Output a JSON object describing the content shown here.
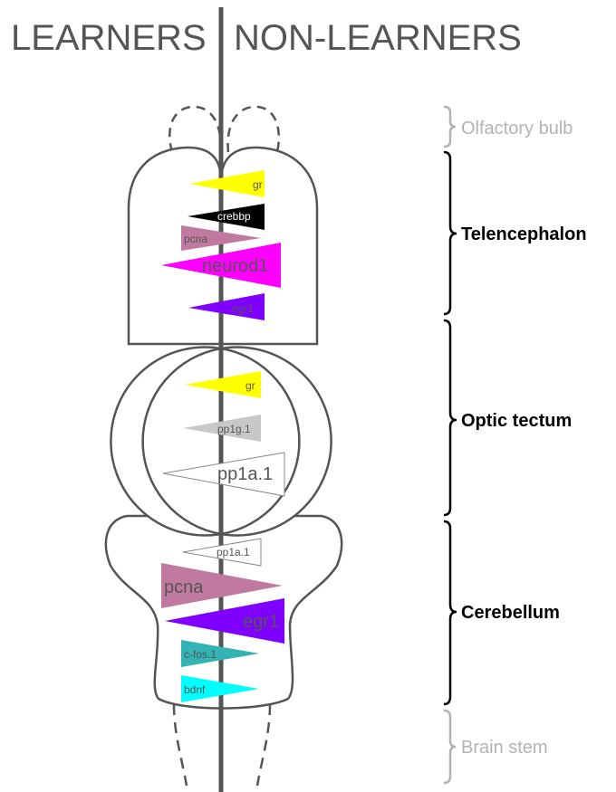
{
  "header": {
    "left": "LEARNERS",
    "right": "NON-LEARNERS"
  },
  "regions": [
    {
      "id": "olfactory",
      "label": "Olfactory bulb",
      "muted": true
    },
    {
      "id": "telencephalon",
      "label": "Telencephalon",
      "muted": false
    },
    {
      "id": "optic",
      "label": "Optic tectum",
      "muted": false
    },
    {
      "id": "cerebellum",
      "label": "Cerebellum",
      "muted": false
    },
    {
      "id": "brainstem",
      "label": "Brain stem",
      "muted": true
    }
  ],
  "genes": [
    {
      "region": "Telencephalon",
      "label": "gr",
      "higher_in": "NON-LEARNERS",
      "color": "#ffff00",
      "text_color": "#555555"
    },
    {
      "region": "Telencephalon",
      "label": "crebbp",
      "higher_in": "NON-LEARNERS",
      "color": "#000000",
      "text_color": "#ffffff"
    },
    {
      "region": "Telencephalon",
      "label": "pcna",
      "higher_in": "LEARNERS",
      "color": "#c07aa0",
      "text_color": "#555555"
    },
    {
      "region": "Telencephalon",
      "label": "neurod1",
      "higher_in": "NON-LEARNERS",
      "color": "#ff00ff",
      "text_color": "#555555"
    },
    {
      "region": "Telencephalon",
      "label": "egr1",
      "higher_in": "NON-LEARNERS",
      "color": "#8000ff",
      "text_color": "#555555"
    },
    {
      "region": "Optic tectum",
      "label": "gr",
      "higher_in": "NON-LEARNERS",
      "color": "#ffff00",
      "text_color": "#555555"
    },
    {
      "region": "Optic tectum",
      "label": "pp1g.1",
      "higher_in": "NON-LEARNERS",
      "color": "#c8c8c8",
      "text_color": "#555555"
    },
    {
      "region": "Optic tectum",
      "label": "pp1a.1",
      "higher_in": "NON-LEARNERS",
      "color": "#ffffff",
      "text_color": "#555555"
    },
    {
      "region": "Cerebellum",
      "label": "pp1a.1",
      "higher_in": "NON-LEARNERS",
      "color": "#ffffff",
      "text_color": "#555555"
    },
    {
      "region": "Cerebellum",
      "label": "pcna",
      "higher_in": "LEARNERS",
      "color": "#c07aa0",
      "text_color": "#555555"
    },
    {
      "region": "Cerebellum",
      "label": "egr1",
      "higher_in": "NON-LEARNERS",
      "color": "#8000ff",
      "text_color": "#555555"
    },
    {
      "region": "Cerebellum",
      "label": "c-fos.1",
      "higher_in": "LEARNERS",
      "color": "#33b3b3",
      "text_color": "#555555"
    },
    {
      "region": "Cerebellum",
      "label": "bdnf",
      "higher_in": "LEARNERS",
      "color": "#00ffff",
      "text_color": "#555555"
    }
  ]
}
